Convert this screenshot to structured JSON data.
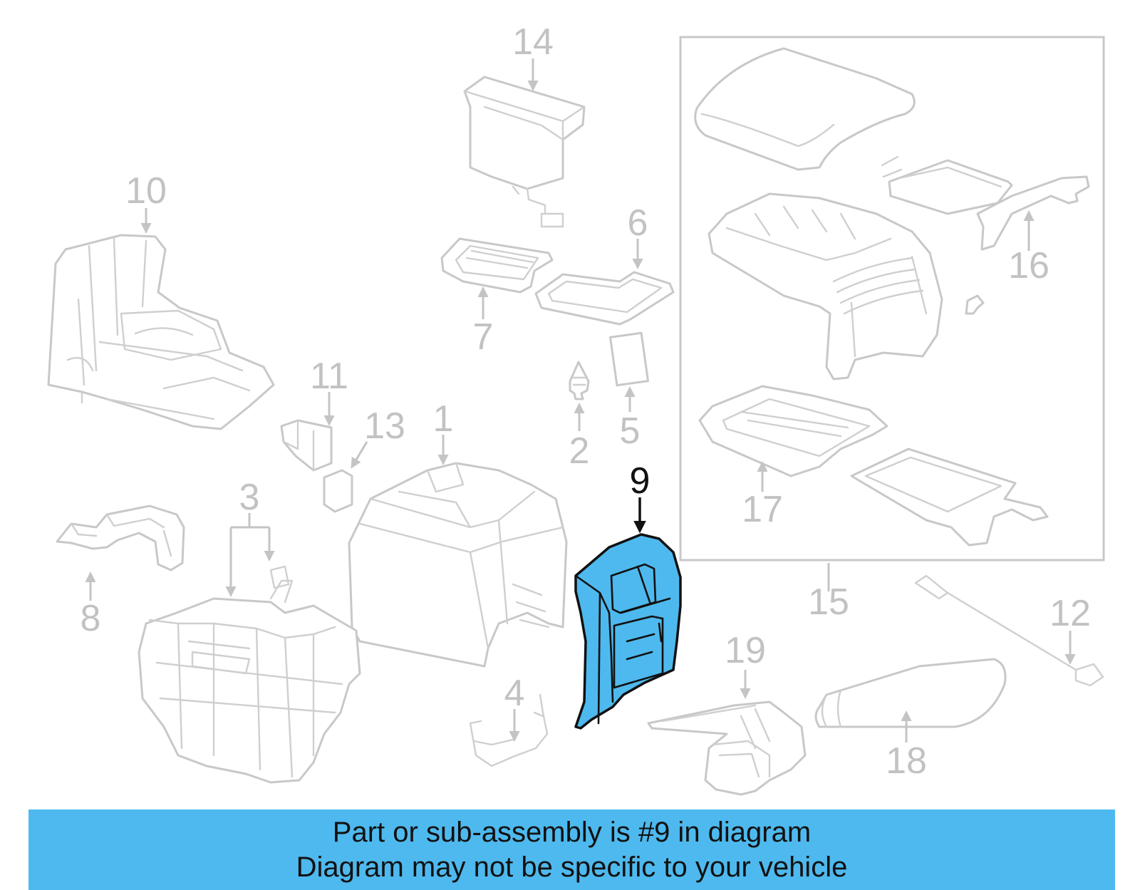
{
  "diagram": {
    "callouts": {
      "c1": "1",
      "c2": "2",
      "c3": "3",
      "c4": "4",
      "c5": "5",
      "c6": "6",
      "c7": "7",
      "c8": "8",
      "c9": "9",
      "c10": "10",
      "c11": "11",
      "c12": "12",
      "c13": "13",
      "c14": "14",
      "c15": "15",
      "c16": "16",
      "c17": "17",
      "c18": "18",
      "c19": "19"
    },
    "highlighted_part": "9",
    "highlight_color": "#4eb9ee",
    "line_color": "#c8c8c8"
  },
  "banner": {
    "line1": "Part or sub-assembly is #9 in diagram",
    "line2": "Diagram may not be specific to your vehicle",
    "background": "#4eb9ee"
  }
}
